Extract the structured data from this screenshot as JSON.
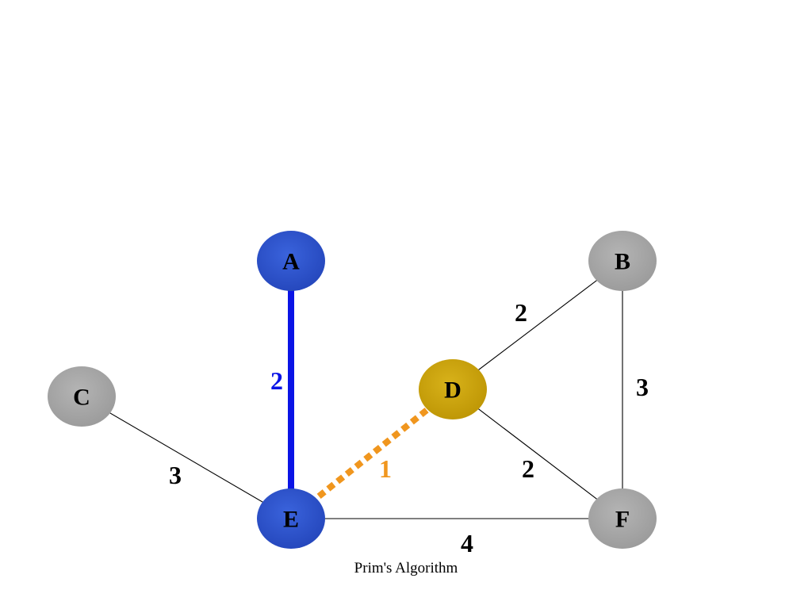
{
  "caption": "Prim's Algorithm",
  "colors": {
    "visited_node": "#2a50c8",
    "current_node": "#c9a106",
    "unvisited_node": "#a6a6a6",
    "tree_edge": "#0a14e6",
    "candidate_edge": "#f0961e",
    "plain_edge": "#000000",
    "plain_weight": "#000000"
  },
  "nodes": [
    {
      "id": "A",
      "label": "A",
      "state": "visited"
    },
    {
      "id": "B",
      "label": "B",
      "state": "unvisited"
    },
    {
      "id": "C",
      "label": "C",
      "state": "unvisited"
    },
    {
      "id": "D",
      "label": "D",
      "state": "current"
    },
    {
      "id": "E",
      "label": "E",
      "state": "visited"
    },
    {
      "id": "F",
      "label": "F",
      "state": "unvisited"
    }
  ],
  "edges": [
    {
      "from": "A",
      "to": "E",
      "weight": "2",
      "state": "tree"
    },
    {
      "from": "E",
      "to": "D",
      "weight": "1",
      "state": "candidate"
    },
    {
      "from": "C",
      "to": "E",
      "weight": "3",
      "state": "plain"
    },
    {
      "from": "E",
      "to": "F",
      "weight": "4",
      "state": "plain"
    },
    {
      "from": "D",
      "to": "B",
      "weight": "2",
      "state": "plain"
    },
    {
      "from": "D",
      "to": "F",
      "weight": "2",
      "state": "plain"
    },
    {
      "from": "B",
      "to": "F",
      "weight": "3",
      "state": "plain"
    }
  ]
}
